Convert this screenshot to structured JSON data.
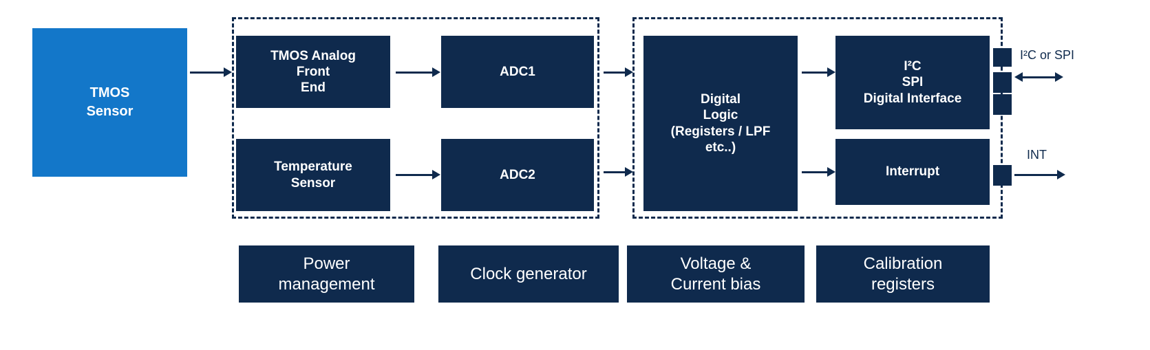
{
  "diagram": {
    "sensor_label": "TMOS\nSensor",
    "front_end_group": {
      "afe_label": "TMOS Analog\nFront\nEnd",
      "temperature_label": "Temperature\nSensor",
      "adc1_label": "ADC1",
      "adc2_label": "ADC2"
    },
    "digital_group": {
      "logic_label": "Digital\nLogic\n(Registers / LPF\netc..)",
      "interface_label": "I²C\nSPI\nDigital Interface",
      "interrupt_label": "Interrupt"
    },
    "pins": {
      "i2c_spi_label": "I²C or SPI",
      "int_label": "INT"
    },
    "bottom_blocks": {
      "power": "Power\nmanagement",
      "clock": "Clock generator",
      "bias": "Voltage &\nCurrent bias",
      "calibration": "Calibration\nregisters"
    },
    "colors": {
      "sensor_blue": "#1377C9",
      "block_navy": "#0F2A4D",
      "text_white": "#FFFFFF"
    }
  }
}
